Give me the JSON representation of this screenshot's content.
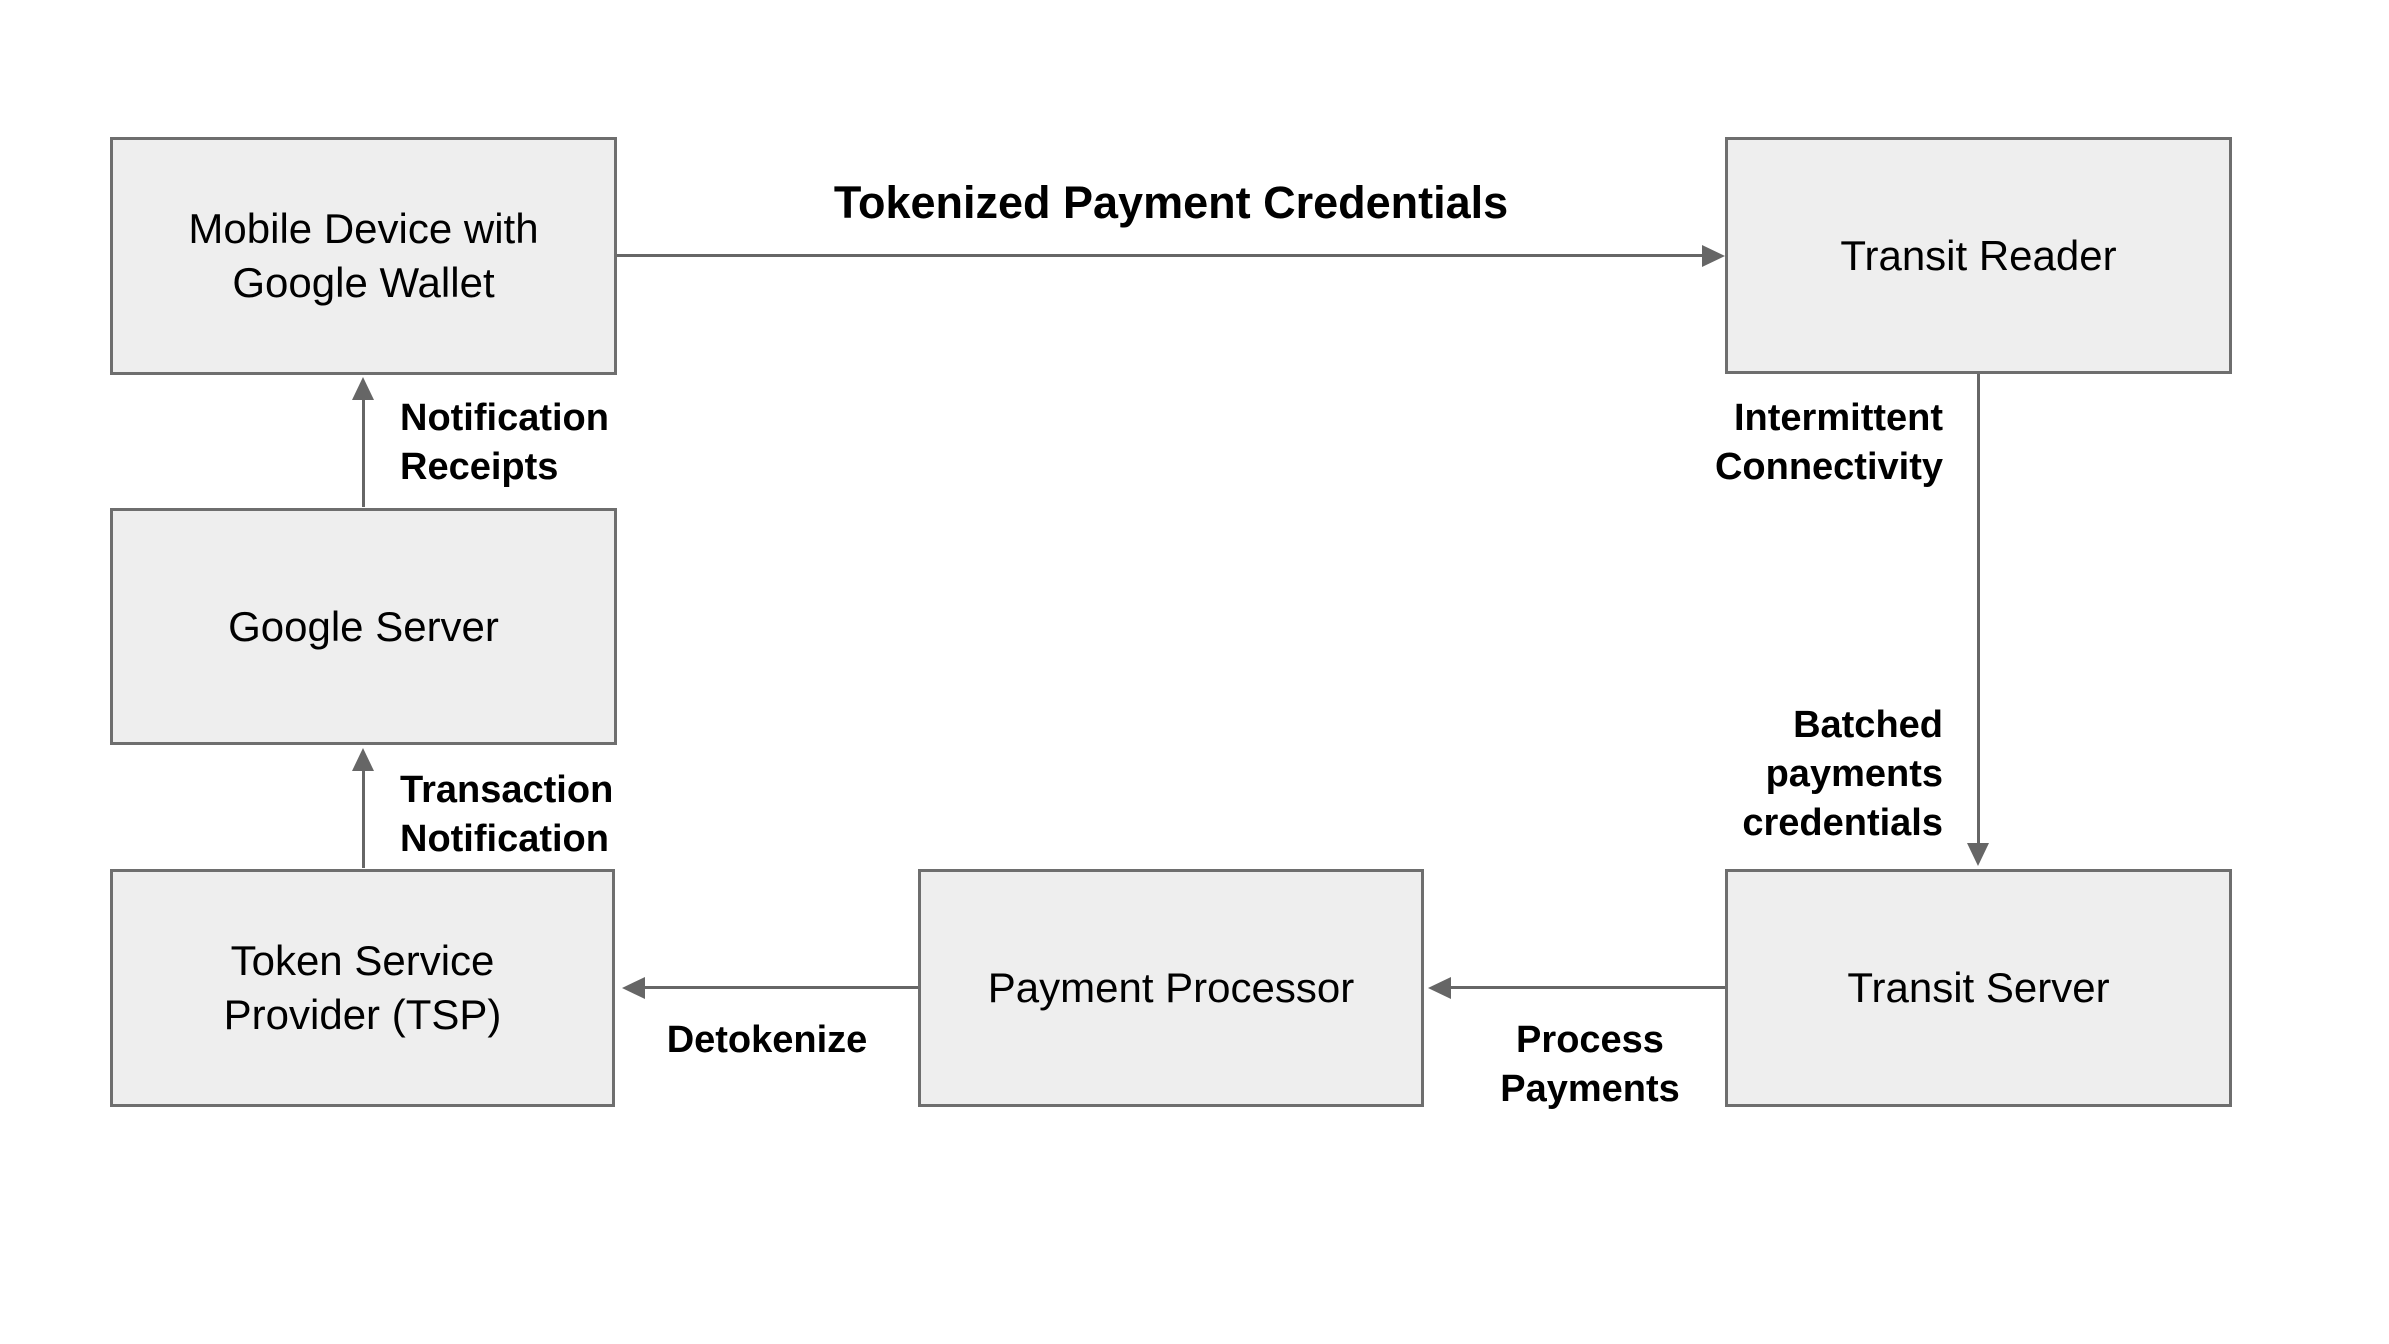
{
  "diagram": {
    "background_color": "#ffffff",
    "box_fill_color": "#eeeeee",
    "box_border_color": "#6e6e6e",
    "arrow_color": "#666666",
    "text_color": "#000000"
  },
  "nodes": {
    "mobile_device": {
      "lines": [
        "Mobile Device with",
        "Google Wallet"
      ]
    },
    "transit_reader": {
      "lines": [
        "Transit Reader"
      ]
    },
    "google_server": {
      "lines": [
        "Google Server"
      ]
    },
    "tsp": {
      "lines": [
        "Token Service",
        "Provider (TSP)"
      ]
    },
    "payment_processor": {
      "lines": [
        "Payment Processor"
      ]
    },
    "transit_server": {
      "lines": [
        "Transit Server"
      ]
    }
  },
  "edges": {
    "tokenized": {
      "label": "Tokenized Payment Credentials",
      "from": "Mobile Device with Google Wallet",
      "to": "Transit Reader"
    },
    "intermittent": {
      "lines": [
        "Intermittent",
        "Connectivity"
      ]
    },
    "batched": {
      "lines": [
        "Batched",
        "payments",
        "credentials"
      ],
      "from": "Transit Reader",
      "to": "Transit Server"
    },
    "process": {
      "lines": [
        "Process",
        "Payments"
      ],
      "from": "Transit Server",
      "to": "Payment Processor"
    },
    "detokenize": {
      "label": "Detokenize",
      "from": "Payment Processor",
      "to": "Token Service Provider (TSP)"
    },
    "transaction": {
      "lines": [
        "Transaction",
        "Notification"
      ],
      "from": "Token Service Provider (TSP)",
      "to": "Google Server"
    },
    "notification": {
      "lines": [
        "Notification",
        "Receipts"
      ],
      "from": "Google Server",
      "to": "Mobile Device with Google Wallet"
    }
  }
}
